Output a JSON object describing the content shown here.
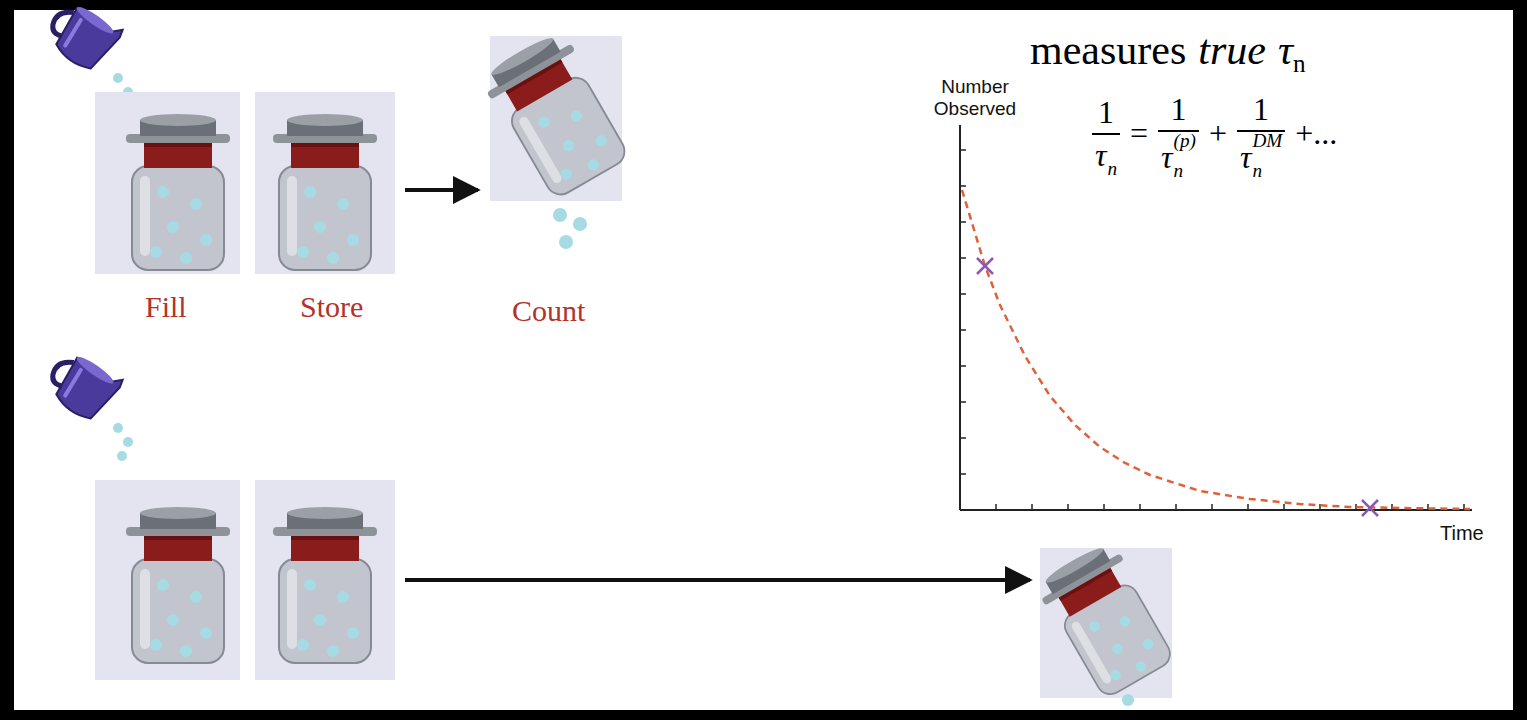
{
  "diagram": {
    "labels": [
      "Fill",
      "Store",
      "Count",
      "Number Observed",
      "Time",
      "measures",
      "true",
      "τ",
      "n",
      "1",
      "τ",
      "n",
      "=",
      "1",
      "τ",
      "n",
      "(p)",
      "+",
      "1",
      "τ",
      "n",
      "DM",
      "+..."
    ]
  }
}
